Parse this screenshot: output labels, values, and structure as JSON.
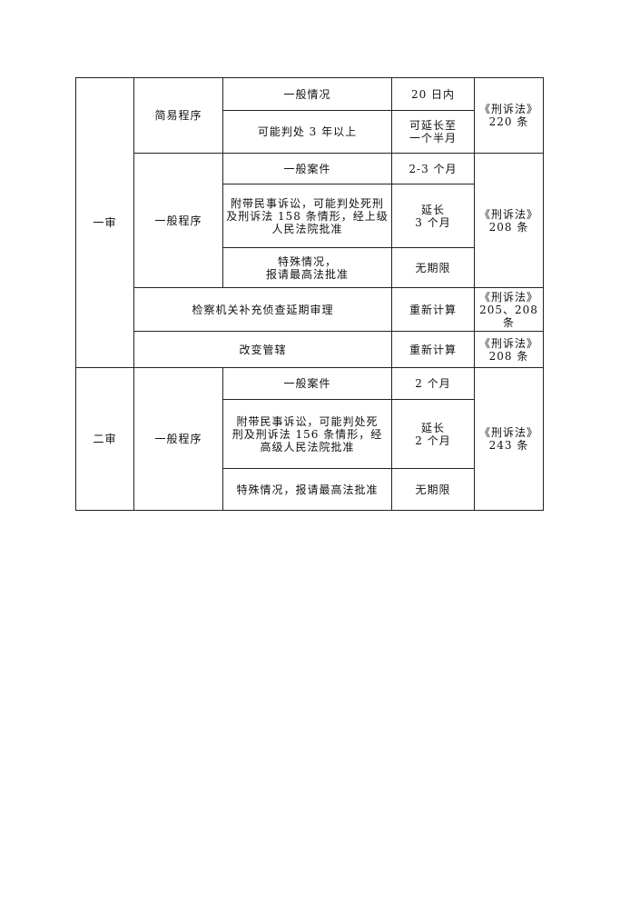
{
  "stages": [
    {
      "name": "一审",
      "procedures": [
        {
          "name": "简易程序",
          "reference": [
            "《刑诉法》",
            "220 条"
          ],
          "rows": [
            {
              "case": [
                "一般情况"
              ],
              "term": [
                "20 日内"
              ]
            },
            {
              "case": [
                "可能判处 3 年以上"
              ],
              "term": [
                "可延长至",
                "一个半月"
              ]
            }
          ]
        },
        {
          "name": "一般程序",
          "reference": [
            "《刑诉法》",
            "208 条"
          ],
          "rows": [
            {
              "case": [
                "一般案件"
              ],
              "term": [
                "2-3 个月"
              ]
            },
            {
              "case": [
                "附带民事诉讼，可能判处死刑",
                "及刑诉法 158 条情形，经上级",
                "人民法院批准"
              ],
              "term": [
                "延长",
                "3 个月"
              ]
            },
            {
              "case": [
                "特殊情况，",
                "报请最高法批准"
              ],
              "term": [
                "无期限"
              ]
            }
          ]
        }
      ],
      "extra_rows": [
        {
          "case": "检察机关补充侦查延期审理",
          "term": "重新计算",
          "reference": [
            "《刑诉法》",
            "205、208 条"
          ]
        },
        {
          "case": "改变管辖",
          "term": "重新计算",
          "reference": [
            "《刑诉法》",
            "208 条"
          ]
        }
      ]
    },
    {
      "name": "二审",
      "procedures": [
        {
          "name": "一般程序",
          "reference": [
            "《刑诉法》",
            "243 条"
          ],
          "rows": [
            {
              "case": [
                "一般案件"
              ],
              "term": [
                "2 个月"
              ]
            },
            {
              "case": [
                "附带民事诉讼，可能判处死",
                "刑及刑诉法 156 条情形，经",
                "高级人民法院批准"
              ],
              "term": [
                "延长",
                "2 个月"
              ]
            },
            {
              "case": [
                "特殊情况，报请最高法批准"
              ],
              "term": [
                "无期限"
              ]
            }
          ]
        }
      ]
    }
  ]
}
